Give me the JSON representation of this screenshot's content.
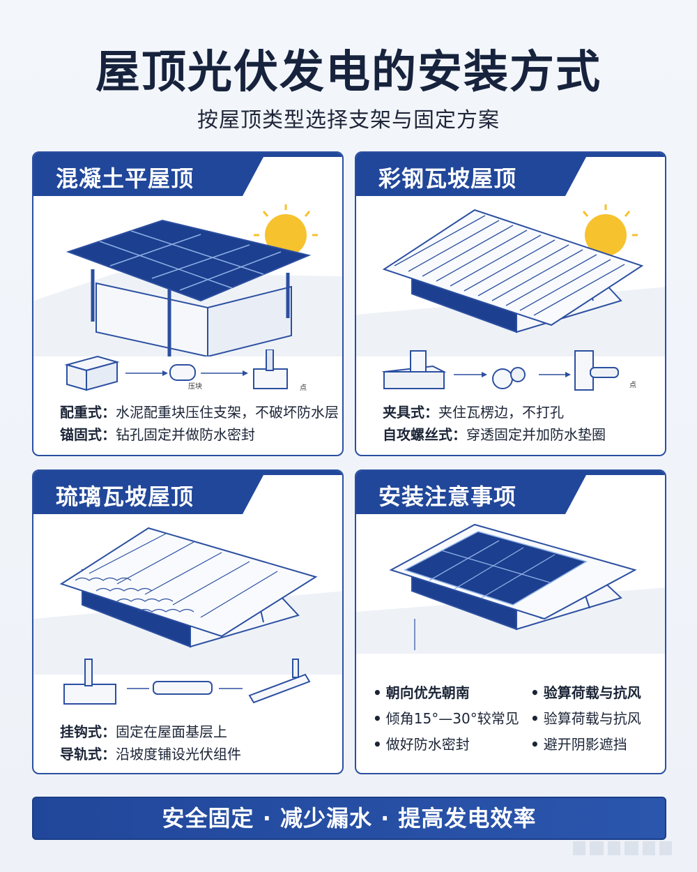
{
  "title": "屋顶光伏发电的安装方式",
  "subtitle": "按屋顶类型选择支架与固定方案",
  "cards": [
    {
      "title": "混凝土平屋顶",
      "labels": [
        "压块",
        "点"
      ],
      "lines": [
        {
          "key": "配重式：",
          "text": "水泥配重块压住支架，不破坏防水层"
        },
        {
          "key": "锚固式：",
          "text": "钻孔固定并做防水密封"
        }
      ]
    },
    {
      "title": "彩钢瓦坡屋顶",
      "labels": [
        "点"
      ],
      "lines": [
        {
          "key": "夹具式：",
          "text": "夹住瓦楞边，不打孔"
        },
        {
          "key": "自攻螺丝式：",
          "text": "穿透固定并加防水垫圈"
        }
      ]
    },
    {
      "title": "琉璃瓦坡屋顶",
      "labels": [],
      "lines": [
        {
          "key": "挂钩式：",
          "text": "固定在屋面基层上"
        },
        {
          "key": "导轨式：",
          "text": "沿坡度铺设光伏组件"
        }
      ]
    },
    {
      "title": "安装注意事项",
      "labels": [],
      "tips_left": [
        "朝向优先朝南",
        "倾角15°—30°较常见",
        "做好防水密封"
      ],
      "tips_right": [
        "验算荷载与抗风",
        "验算荷载与抗风",
        "避开阴影遮挡"
      ]
    }
  ],
  "footer": "安全固定 · 减少漏水 · 提高发电效率",
  "colors": {
    "primary": "#21479a",
    "panel": "#1d3f8f",
    "sun": "#f6c22d"
  }
}
